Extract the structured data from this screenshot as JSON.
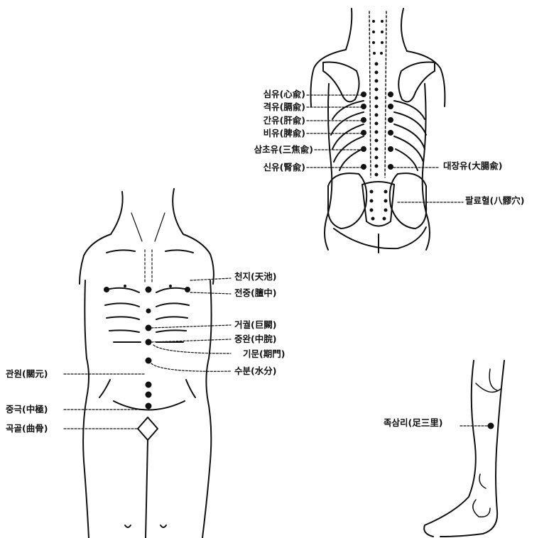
{
  "colors": {
    "ink": "#111111",
    "paper": "#ffffff"
  },
  "back": {
    "labels": {
      "simyu": "심유(心兪)",
      "gyeokyu": "격유(膈兪)",
      "ganyu": "간유(肝兪)",
      "biyu": "비유(脾兪)",
      "samchoyu": "삼초유(三焦兪)",
      "sinyu": "신유(腎兪)",
      "daejangyu": "대장유(大腸兪)",
      "palyohyeol": "팔료혈(八髎穴)"
    }
  },
  "front": {
    "labels": {
      "cheonji": "천지(天池)",
      "jeonjung": "전중(膻中)",
      "geogwol": "거궐(巨闕)",
      "jungwan": "중완(中脘)",
      "gimun": "기문(期門)",
      "subun": "수분(水分)",
      "gwanwon": "관원(關元)",
      "junggeuk": "중극(中極)",
      "gokgol": "곡골(曲骨)"
    }
  },
  "leg": {
    "labels": {
      "joksamni": "족삼리(足三里)"
    }
  }
}
